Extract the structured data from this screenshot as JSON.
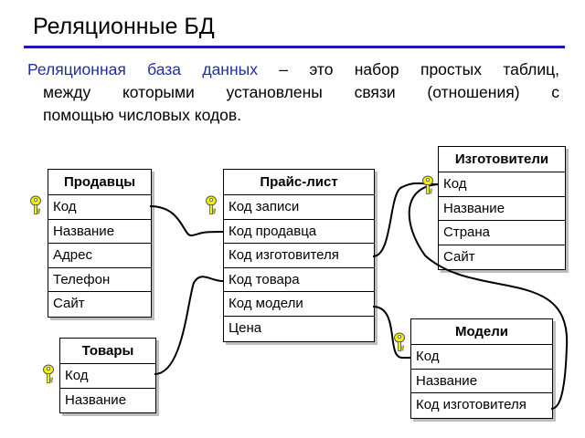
{
  "title": "Реляционные БД",
  "intro": {
    "highlight": "Реляционная база данных",
    "line1_rest": "– это набор простых таблиц,",
    "line2": "между которыми установлены связи (отношения) с",
    "line3": "помощью числовых кодов."
  },
  "tables": {
    "sellers": {
      "name": "Продавцы",
      "fields": [
        "Код",
        "Название",
        "Адрес",
        "Телефон",
        "Сайт"
      ]
    },
    "pricelist": {
      "name": "Прайс-лист",
      "fields": [
        "Код записи",
        "Код продавца",
        "Код изготовителя",
        "Код товара",
        "Код модели",
        "Цена"
      ]
    },
    "makers": {
      "name": "Изготовители",
      "fields": [
        "Код",
        "Название",
        "Страна",
        "Сайт"
      ]
    },
    "goods": {
      "name": "Товары",
      "fields": [
        "Код",
        "Название"
      ]
    },
    "models": {
      "name": "Модели",
      "fields": [
        "Код",
        "Название",
        "Код изготовителя"
      ]
    }
  },
  "icons": {
    "primary_key": "key-icon"
  },
  "colors": {
    "title_rule": "#1a1ab0",
    "highlight": "#1f2f9f",
    "key_fill": "#f2f200"
  }
}
